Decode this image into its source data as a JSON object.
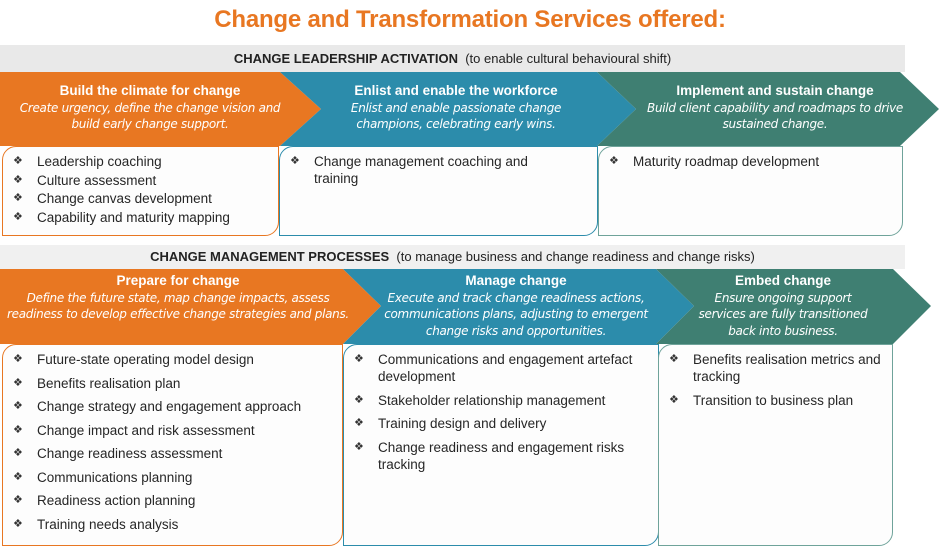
{
  "title": "Change and Transformation Services offered:",
  "colors": {
    "orange": "#E87722",
    "blue": "#2C8CAB",
    "teal": "#3F7F72",
    "bar": "#E9E9E9"
  },
  "sections": [
    {
      "heading_bold": "CHANGE LEADERSHIP ACTIVATION",
      "heading_note": "(to enable cultural behavioural shift)",
      "stages": [
        {
          "title": "Build the climate for change",
          "description": "Create urgency, define the change vision and build early change support.",
          "color": "orange",
          "items": [
            "Leadership coaching",
            "Culture assessment",
            "Change canvas development",
            "Capability and maturity mapping"
          ]
        },
        {
          "title": "Enlist and enable the workforce",
          "description": "Enlist and enable passionate change champions, celebrating early wins.",
          "color": "blue",
          "items": [
            "Change management coaching and training"
          ]
        },
        {
          "title": "Implement and sustain change",
          "description": "Build client capability and roadmaps to drive sustained change.",
          "color": "teal",
          "items": [
            "Maturity roadmap development"
          ]
        }
      ]
    },
    {
      "heading_bold": "CHANGE MANAGEMENT PROCESSES",
      "heading_note": "(to manage business and change readiness and change risks)",
      "stages": [
        {
          "title": "Prepare for change",
          "description": "Define the future state, map change impacts, assess readiness to develop effective change strategies and plans.",
          "color": "orange",
          "items": [
            "Future-state operating model design",
            "Benefits realisation plan",
            "Change strategy and engagement approach",
            "Change impact and risk assessment",
            "Change readiness assessment",
            "Communications planning",
            "Readiness action planning",
            "Training needs analysis"
          ]
        },
        {
          "title": "Manage change",
          "description": "Execute and track change readiness actions, communications plans, adjusting to emergent change risks and opportunities.",
          "color": "blue",
          "items": [
            "Communications and engagement artefact development",
            "Stakeholder relationship management",
            "Training design and delivery",
            "Change readiness and engagement risks tracking"
          ]
        },
        {
          "title": "Embed change",
          "description": "Ensure ongoing support services are fully transitioned back into business.",
          "color": "teal",
          "items": [
            "Benefits realisation metrics and tracking",
            "Transition to business plan"
          ]
        }
      ]
    }
  ],
  "bullet_icon": "❖"
}
